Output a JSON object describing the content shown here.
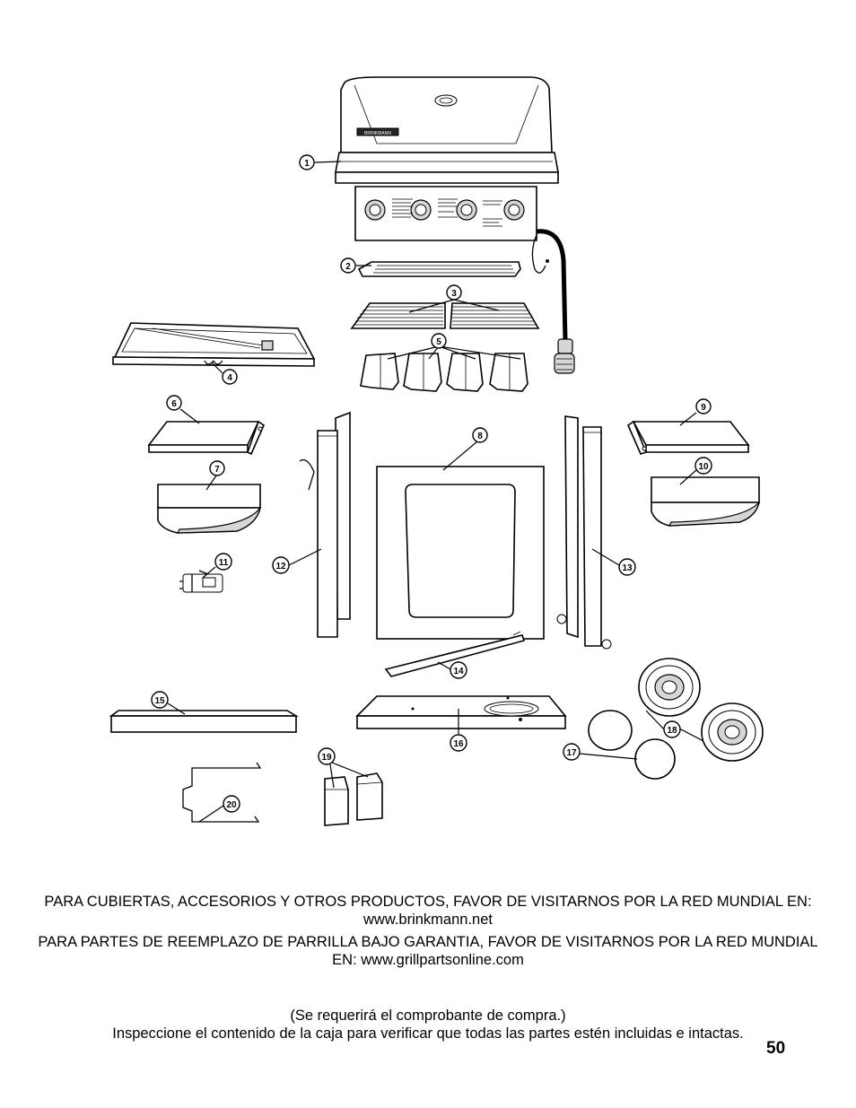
{
  "callouts": [
    "1",
    "2",
    "3",
    "4",
    "5",
    "6",
    "7",
    "8",
    "9",
    "10",
    "11",
    "12",
    "13",
    "14",
    "15",
    "16",
    "17",
    "18",
    "19",
    "20"
  ],
  "text": {
    "line1": "PARA CUBIERTAS, ACCESORIOS Y OTROS PRODUCTOS, FAVOR DE VISITARNOS POR LA RED MUNDIAL EN: www.brinkmann.net",
    "line2": "PARA PARTES DE REEMPLAZO DE PARRILLA BAJO GARANTIA, FAVOR DE VISITARNOS POR LA RED MUNDIAL EN: www.grillpartsonline.com",
    "line3": "(Se requerirá el comprobante de compra.)",
    "line4": "Inspeccione el contenido de la caja para verificar que todas las partes estén incluidas e intactas."
  },
  "page_number": "50",
  "brand_plate": "BRINKMANN"
}
